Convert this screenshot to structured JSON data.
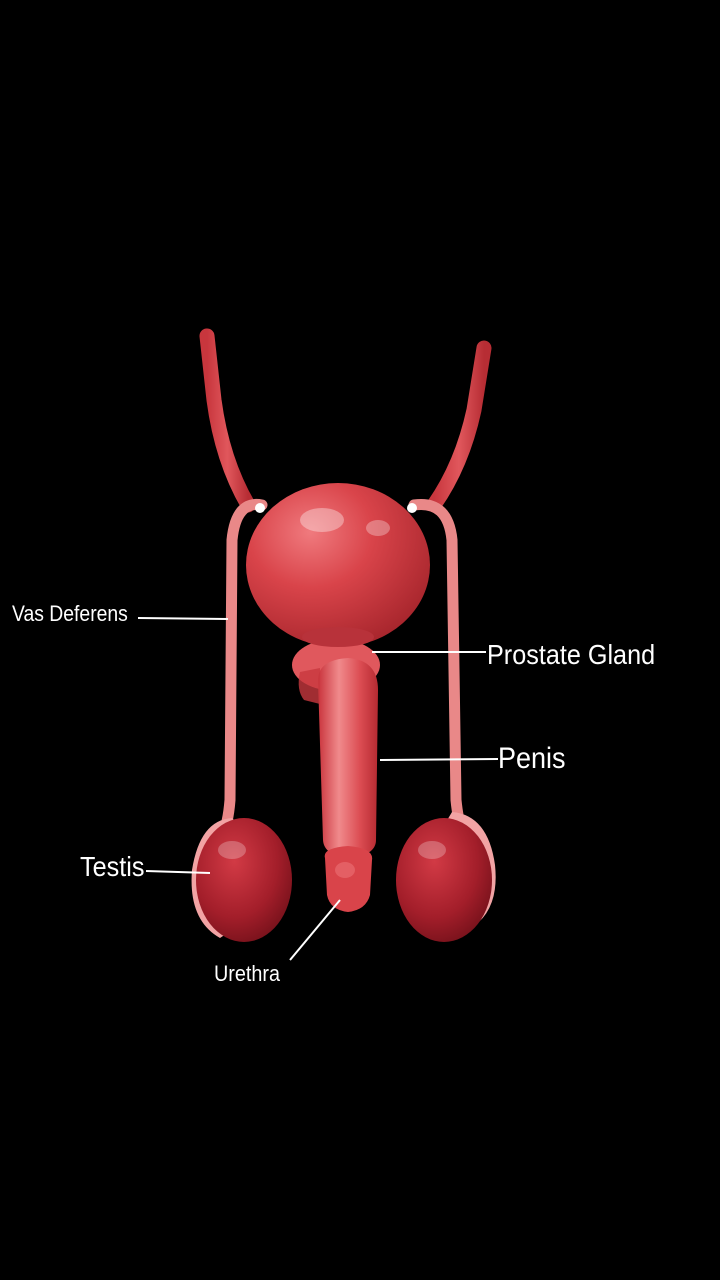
{
  "diagram": {
    "labels": {
      "vas_deferens": "Vas Deferens",
      "prostate_gland": "Prostate Gland",
      "penis": "Penis",
      "testis": "Testis",
      "urethra": "Urethra"
    },
    "colors": {
      "background": "#000000",
      "organ_red": "#d9444a",
      "organ_dark": "#9e1e28",
      "duct_pink": "#e98888",
      "leader_line": "#ffffff"
    }
  }
}
